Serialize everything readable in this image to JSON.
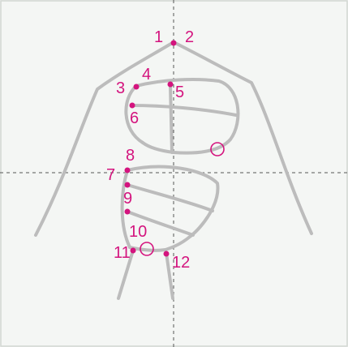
{
  "labels": [
    "1",
    "2",
    "3",
    "4",
    "5",
    "6",
    "7",
    "8",
    "9",
    "10",
    "11",
    "12"
  ],
  "colors": {
    "background": "#f4f6f4",
    "stroke": "#bcbcbc",
    "accent": "#d4147e",
    "guide": "#555555"
  }
}
